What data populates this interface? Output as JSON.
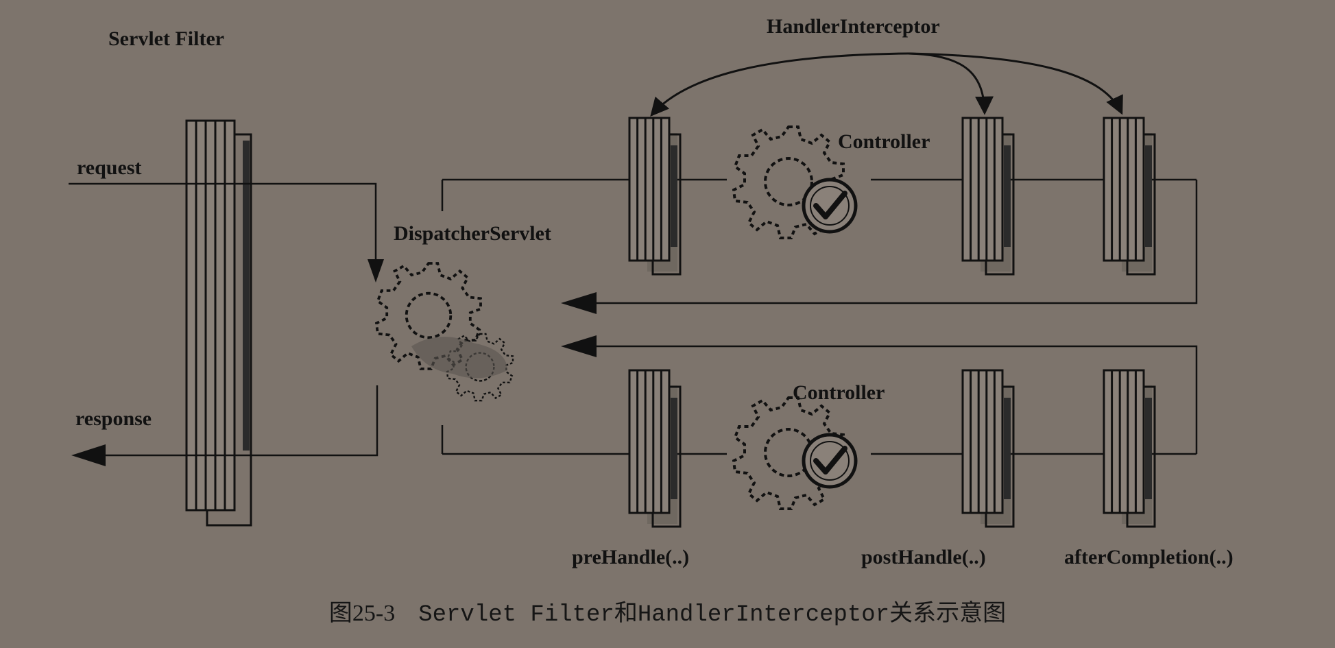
{
  "labels": {
    "servlet_filter": "Servlet Filter",
    "handler_interceptor": "HandlerInterceptor",
    "request": "request",
    "response": "response",
    "dispatcher_servlet": "DispatcherServlet",
    "controller_top": "Controller",
    "controller_bottom": "Controller",
    "pre_handle": "preHandle(..)",
    "post_handle": "postHandle(..)",
    "after_completion": "afterCompletion(..)"
  },
  "caption": {
    "figure": "图25-3",
    "text": "Servlet Filter和HandlerInterceptor关系示意图"
  },
  "colors": {
    "background": "#7d746c",
    "ink": "#111111"
  },
  "icons": [
    "gear-icon",
    "checkmark-icon"
  ]
}
